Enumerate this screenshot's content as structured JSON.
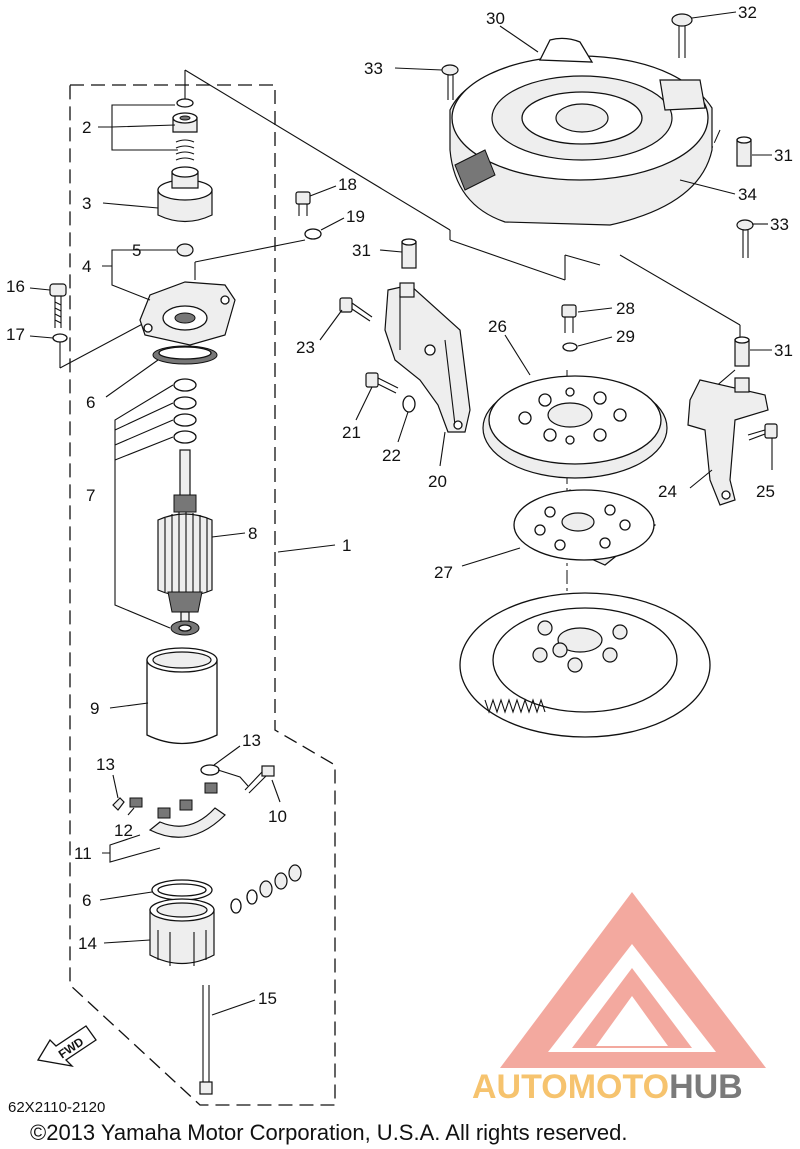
{
  "diagram": {
    "catalog_code": "62X2110-2120",
    "copyright": "©2013 Yamaha Motor Corporation, U.S.A. All rights reserved.",
    "fwd_label": "FWD",
    "watermark": {
      "part1": "AUTOMOTO",
      "part2": "HUB",
      "color_primary": "#f3a99f",
      "color_secondary": "#7a7a7a",
      "color_text": "#f6c36e"
    },
    "callouts": [
      {
        "id": "c1",
        "label": "1"
      },
      {
        "id": "c2",
        "label": "2"
      },
      {
        "id": "c3",
        "label": "3"
      },
      {
        "id": "c4",
        "label": "4"
      },
      {
        "id": "c5",
        "label": "5"
      },
      {
        "id": "c6a",
        "label": "6"
      },
      {
        "id": "c6b",
        "label": "6"
      },
      {
        "id": "c7",
        "label": "7"
      },
      {
        "id": "c8",
        "label": "8"
      },
      {
        "id": "c9",
        "label": "9"
      },
      {
        "id": "c10",
        "label": "10"
      },
      {
        "id": "c11",
        "label": "11"
      },
      {
        "id": "c12",
        "label": "12"
      },
      {
        "id": "c13a",
        "label": "13"
      },
      {
        "id": "c13b",
        "label": "13"
      },
      {
        "id": "c14",
        "label": "14"
      },
      {
        "id": "c15",
        "label": "15"
      },
      {
        "id": "c16",
        "label": "16"
      },
      {
        "id": "c17",
        "label": "17"
      },
      {
        "id": "c18",
        "label": "18"
      },
      {
        "id": "c19",
        "label": "19"
      },
      {
        "id": "c20",
        "label": "20"
      },
      {
        "id": "c21",
        "label": "21"
      },
      {
        "id": "c22",
        "label": "22"
      },
      {
        "id": "c23",
        "label": "23"
      },
      {
        "id": "c24",
        "label": "24"
      },
      {
        "id": "c25",
        "label": "25"
      },
      {
        "id": "c26",
        "label": "26"
      },
      {
        "id": "c27",
        "label": "27"
      },
      {
        "id": "c28",
        "label": "28"
      },
      {
        "id": "c29",
        "label": "29"
      },
      {
        "id": "c30",
        "label": "30"
      },
      {
        "id": "c31a",
        "label": "31"
      },
      {
        "id": "c31b",
        "label": "31"
      },
      {
        "id": "c31c",
        "label": "31"
      },
      {
        "id": "c32",
        "label": "32"
      },
      {
        "id": "c33a",
        "label": "33"
      },
      {
        "id": "c33b",
        "label": "33"
      },
      {
        "id": "c34",
        "label": "34"
      }
    ]
  }
}
